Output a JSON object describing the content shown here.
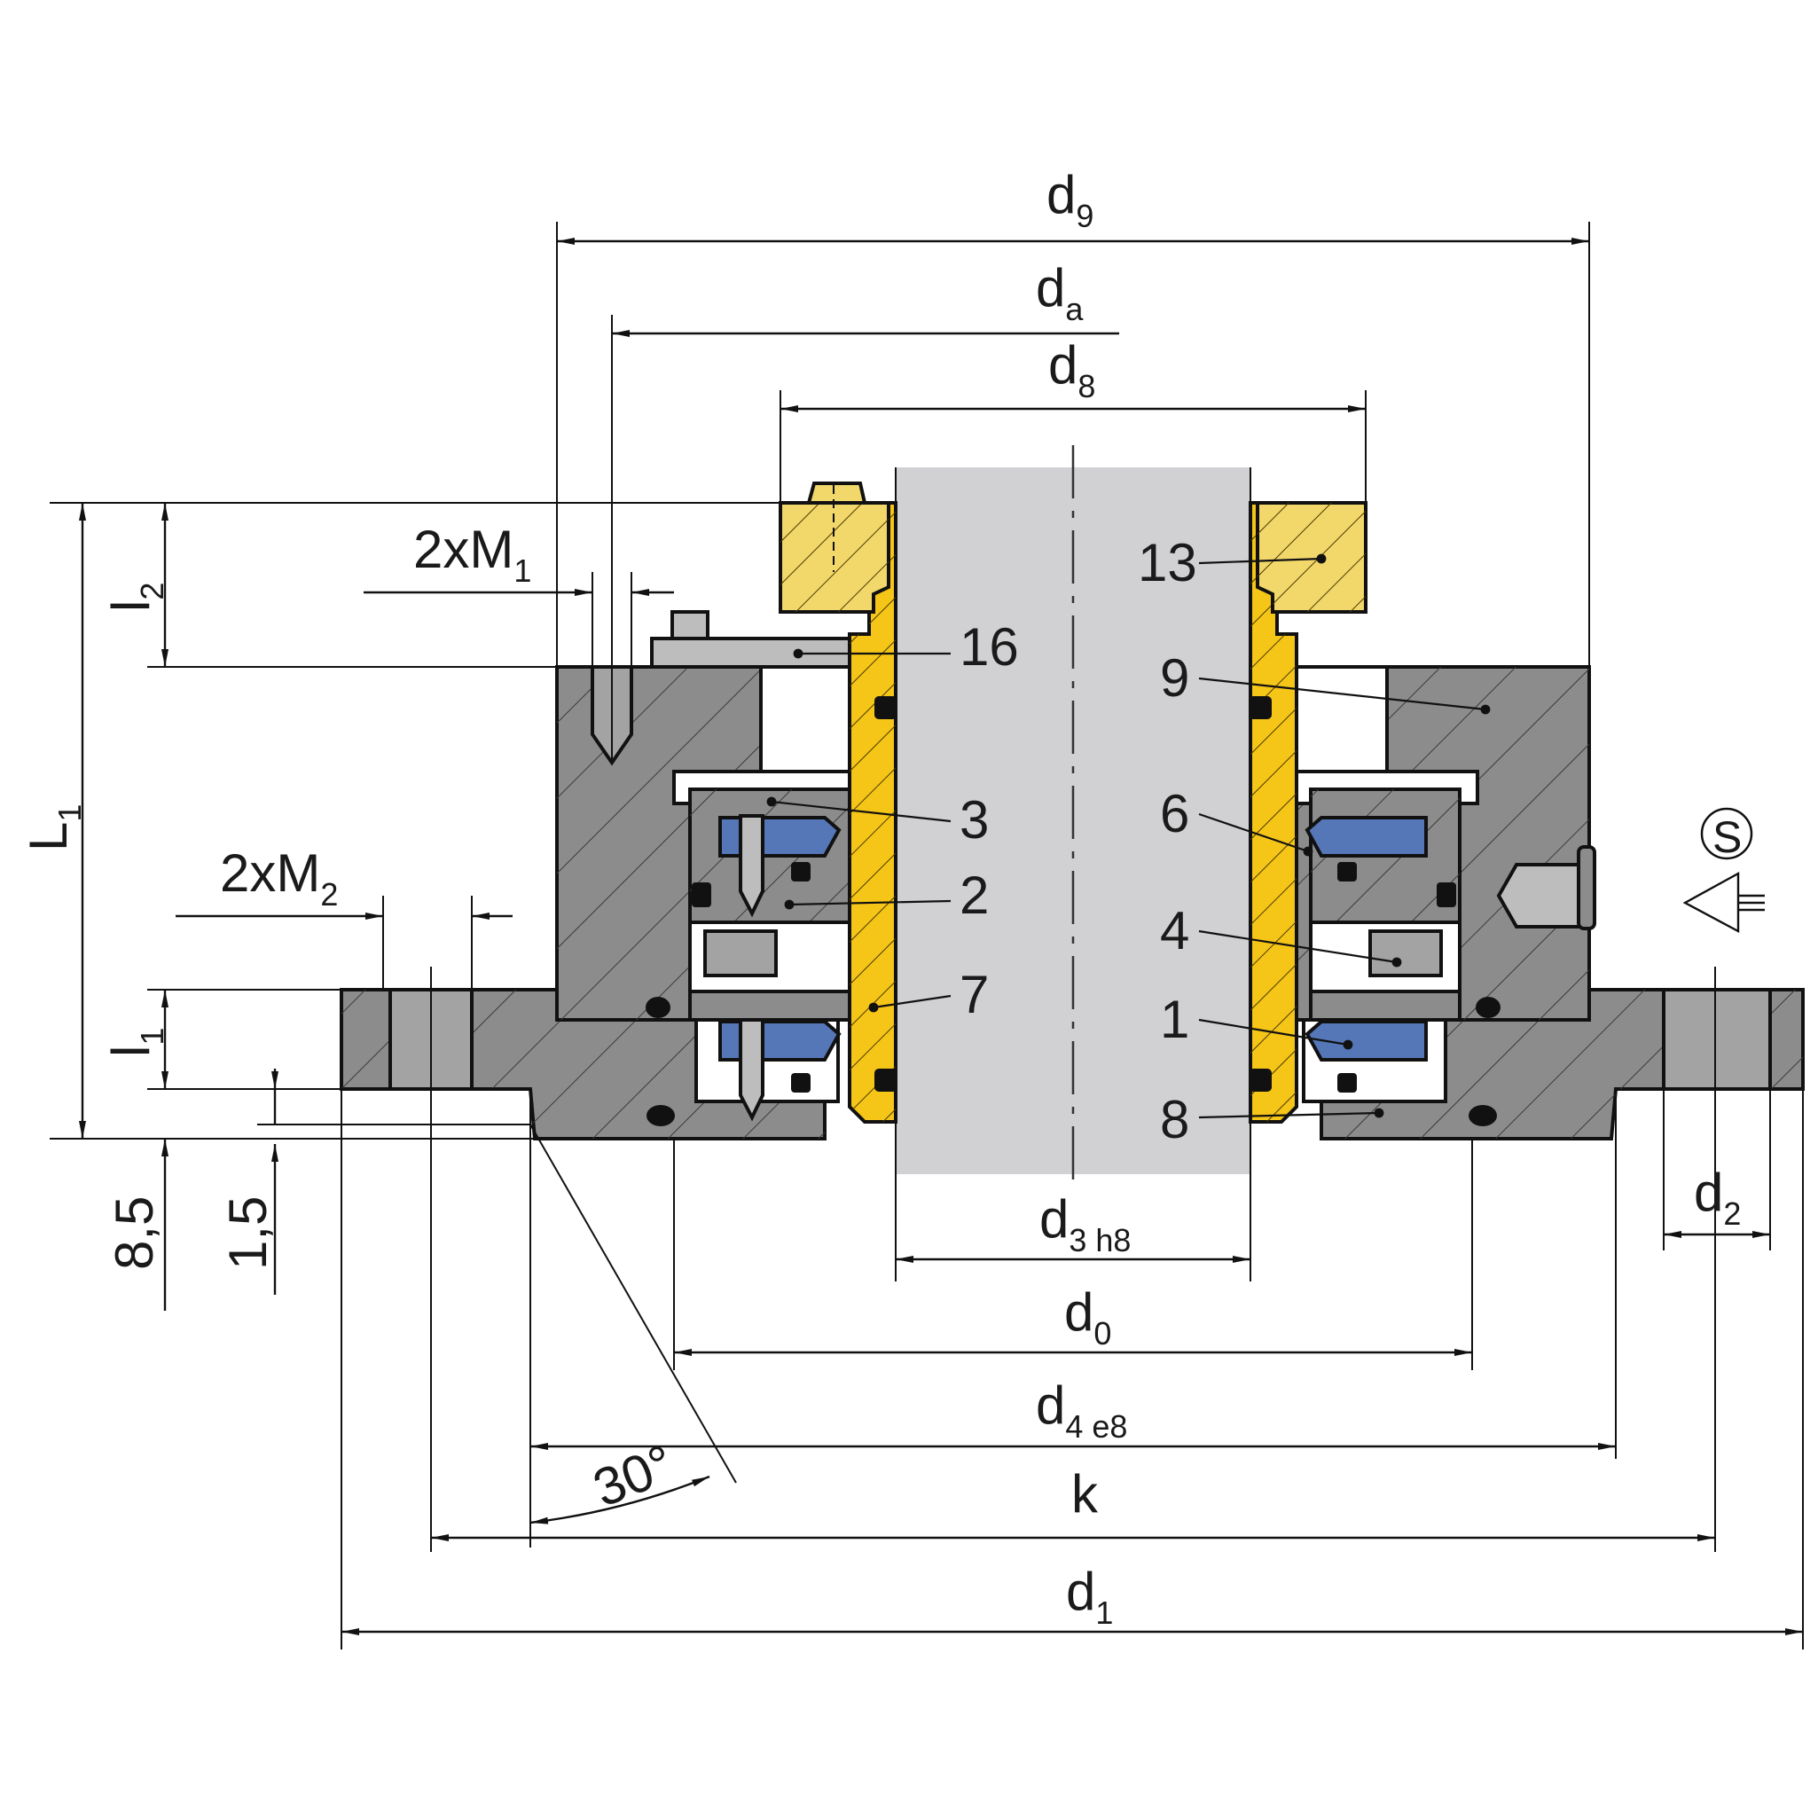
{
  "colors": {
    "housing": "#8c8c8c",
    "housing_light": "#a3a3a3",
    "sleeve": "#f5c518",
    "collar": "#f2d76a",
    "elastomer": "#5577b8",
    "shaft": "#d1d1d3",
    "seal_ring": "#111111",
    "line": "#111111"
  },
  "dimensions": {
    "d9": {
      "main": "d",
      "sub": "9"
    },
    "da": {
      "main": "d",
      "sub": "a"
    },
    "d8": {
      "main": "d",
      "sub": "8"
    },
    "d3": {
      "main": "d",
      "sub": "3 h8"
    },
    "d0": {
      "main": "d",
      "sub": "0"
    },
    "d4": {
      "main": "d",
      "sub": "4 e8"
    },
    "k": {
      "main": "k"
    },
    "d1": {
      "main": "d",
      "sub": "1"
    },
    "d2": {
      "main": "d",
      "sub": "2"
    },
    "L1": {
      "main": "L",
      "sub": "1"
    },
    "l2": {
      "main": "l",
      "sub": "2"
    },
    "l1": {
      "main": "l",
      "sub": "1"
    },
    "M1": {
      "main": "2xM",
      "sub": "1"
    },
    "M2": {
      "main": "2xM",
      "sub": "2"
    },
    "v85": "8,5",
    "v15": "1,5",
    "angle": "30°",
    "supply_symbol": "S"
  },
  "callouts": {
    "n16": "16",
    "n3": "3",
    "n2": "2",
    "n7": "7",
    "n13": "13",
    "n9": "9",
    "n6": "6",
    "n4": "4",
    "n1": "1",
    "n8": "8"
  }
}
